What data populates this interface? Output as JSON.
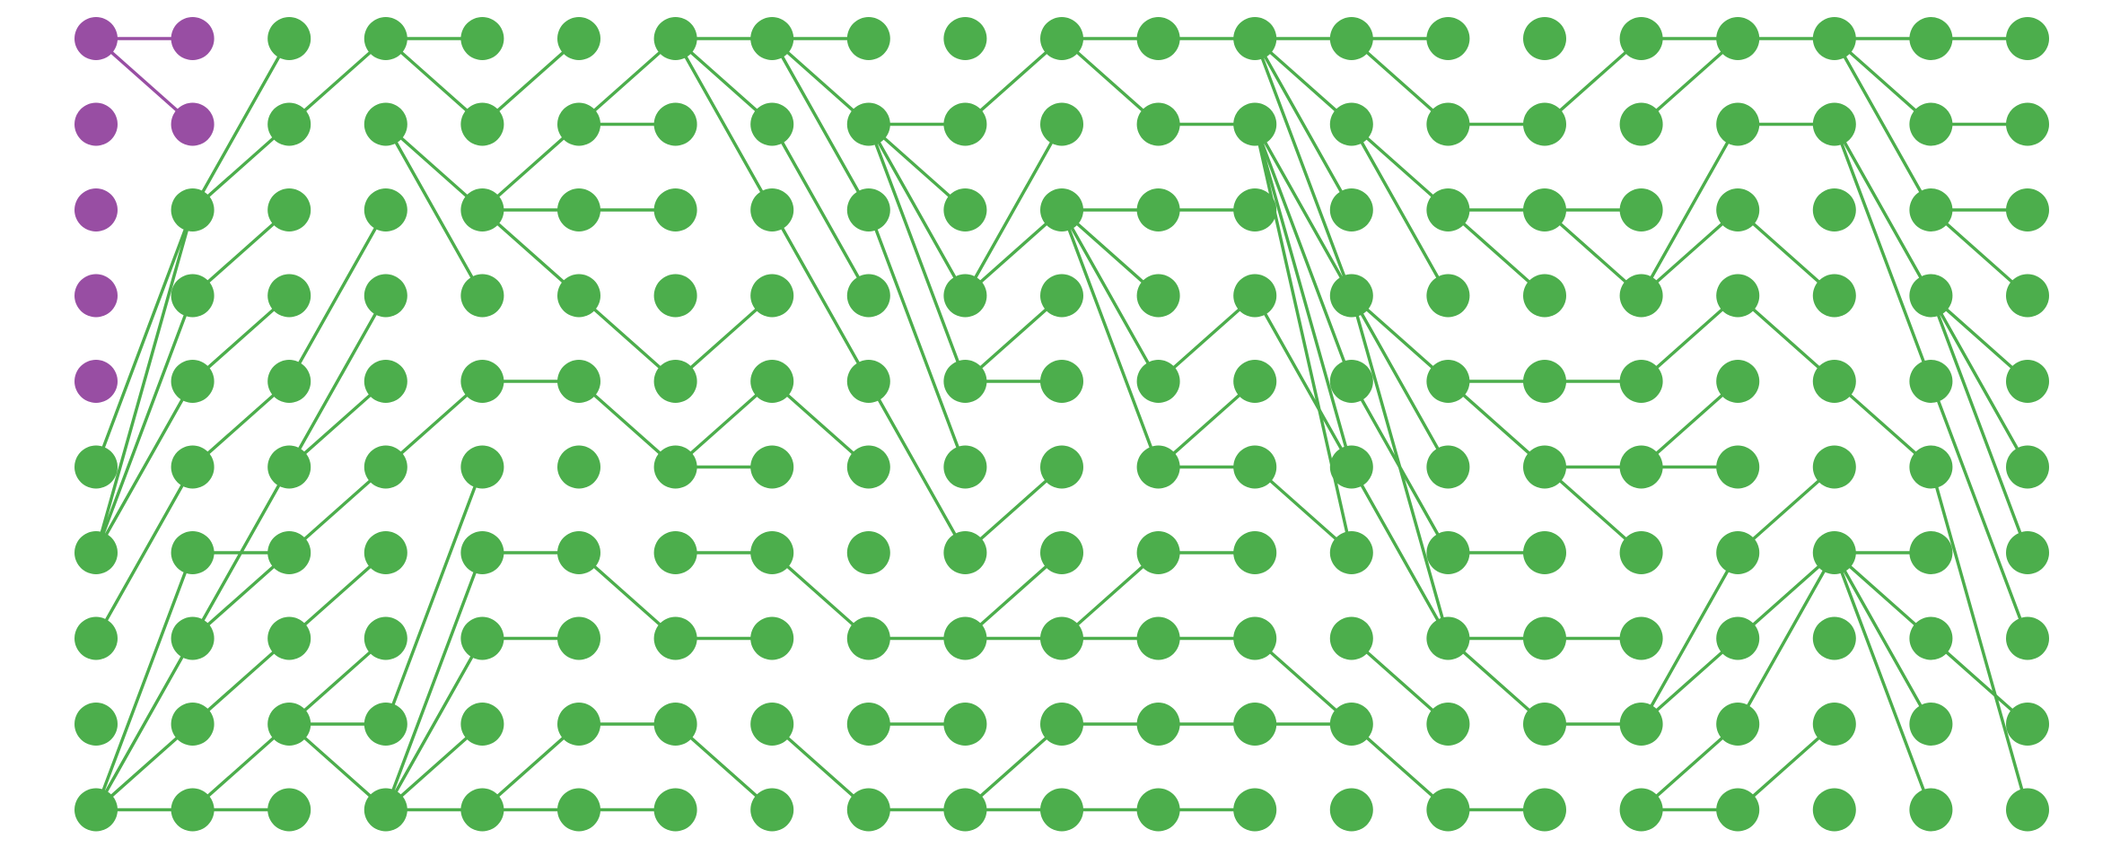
{
  "colors": {
    "background": "#ffffff",
    "active": "#4cae4c",
    "highlight": "#984ea3"
  },
  "grid": {
    "columns": 21,
    "rows": 10
  },
  "highlighted_nodes": [
    [
      0,
      0
    ],
    [
      1,
      0
    ],
    [
      0,
      1
    ],
    [
      1,
      1
    ],
    [
      0,
      2
    ],
    [
      0,
      3
    ],
    [
      0,
      4
    ]
  ],
  "edges": [
    [
      [
        0,
        0
      ],
      [
        1,
        0
      ]
    ],
    [
      [
        0,
        0
      ],
      [
        1,
        1
      ]
    ],
    [
      [
        0,
        5
      ],
      [
        1,
        2
      ]
    ],
    [
      [
        0,
        6
      ],
      [
        1,
        2
      ]
    ],
    [
      [
        0,
        6
      ],
      [
        1,
        3
      ]
    ],
    [
      [
        0,
        6
      ],
      [
        1,
        4
      ]
    ],
    [
      [
        0,
        7
      ],
      [
        1,
        5
      ]
    ],
    [
      [
        0,
        9
      ],
      [
        1,
        6
      ]
    ],
    [
      [
        0,
        9
      ],
      [
        1,
        7
      ]
    ],
    [
      [
        0,
        9
      ],
      [
        1,
        8
      ]
    ],
    [
      [
        0,
        9
      ],
      [
        1,
        9
      ]
    ],
    [
      [
        1,
        2
      ],
      [
        2,
        0
      ]
    ],
    [
      [
        1,
        2
      ],
      [
        2,
        1
      ]
    ],
    [
      [
        1,
        3
      ],
      [
        2,
        2
      ]
    ],
    [
      [
        1,
        4
      ],
      [
        2,
        3
      ]
    ],
    [
      [
        1,
        5
      ],
      [
        2,
        4
      ]
    ],
    [
      [
        1,
        6
      ],
      [
        2,
        6
      ]
    ],
    [
      [
        1,
        7
      ],
      [
        2,
        5
      ]
    ],
    [
      [
        1,
        7
      ],
      [
        2,
        6
      ]
    ],
    [
      [
        1,
        8
      ],
      [
        2,
        7
      ]
    ],
    [
      [
        1,
        9
      ],
      [
        2,
        8
      ]
    ],
    [
      [
        1,
        9
      ],
      [
        2,
        9
      ]
    ],
    [
      [
        2,
        1
      ],
      [
        3,
        0
      ]
    ],
    [
      [
        2,
        4
      ],
      [
        3,
        2
      ]
    ],
    [
      [
        2,
        5
      ],
      [
        3,
        3
      ]
    ],
    [
      [
        2,
        5
      ],
      [
        3,
        4
      ]
    ],
    [
      [
        2,
        6
      ],
      [
        3,
        5
      ]
    ],
    [
      [
        2,
        7
      ],
      [
        3,
        6
      ]
    ],
    [
      [
        2,
        8
      ],
      [
        3,
        7
      ]
    ],
    [
      [
        2,
        8
      ],
      [
        3,
        8
      ]
    ],
    [
      [
        2,
        8
      ],
      [
        3,
        9
      ]
    ],
    [
      [
        3,
        0
      ],
      [
        4,
        0
      ]
    ],
    [
      [
        3,
        0
      ],
      [
        4,
        1
      ]
    ],
    [
      [
        3,
        1
      ],
      [
        4,
        2
      ]
    ],
    [
      [
        3,
        1
      ],
      [
        4,
        3
      ]
    ],
    [
      [
        3,
        5
      ],
      [
        4,
        4
      ]
    ],
    [
      [
        3,
        8
      ],
      [
        4,
        5
      ]
    ],
    [
      [
        3,
        9
      ],
      [
        4,
        6
      ]
    ],
    [
      [
        3,
        9
      ],
      [
        4,
        7
      ]
    ],
    [
      [
        3,
        9
      ],
      [
        4,
        8
      ]
    ],
    [
      [
        3,
        9
      ],
      [
        4,
        9
      ]
    ],
    [
      [
        4,
        1
      ],
      [
        5,
        0
      ]
    ],
    [
      [
        4,
        2
      ],
      [
        5,
        1
      ]
    ],
    [
      [
        4,
        2
      ],
      [
        5,
        2
      ]
    ],
    [
      [
        4,
        2
      ],
      [
        5,
        3
      ]
    ],
    [
      [
        4,
        4
      ],
      [
        5,
        4
      ]
    ],
    [
      [
        4,
        6
      ],
      [
        5,
        6
      ]
    ],
    [
      [
        4,
        7
      ],
      [
        5,
        7
      ]
    ],
    [
      [
        4,
        9
      ],
      [
        5,
        8
      ]
    ],
    [
      [
        4,
        9
      ],
      [
        5,
        9
      ]
    ],
    [
      [
        5,
        1
      ],
      [
        6,
        0
      ]
    ],
    [
      [
        5,
        1
      ],
      [
        6,
        1
      ]
    ],
    [
      [
        5,
        2
      ],
      [
        6,
        2
      ]
    ],
    [
      [
        5,
        3
      ],
      [
        6,
        4
      ]
    ],
    [
      [
        5,
        4
      ],
      [
        6,
        5
      ]
    ],
    [
      [
        5,
        6
      ],
      [
        6,
        7
      ]
    ],
    [
      [
        5,
        8
      ],
      [
        6,
        8
      ]
    ],
    [
      [
        5,
        9
      ],
      [
        6,
        9
      ]
    ],
    [
      [
        6,
        0
      ],
      [
        7,
        0
      ]
    ],
    [
      [
        6,
        0
      ],
      [
        7,
        1
      ]
    ],
    [
      [
        6,
        0
      ],
      [
        7,
        2
      ]
    ],
    [
      [
        6,
        4
      ],
      [
        7,
        3
      ]
    ],
    [
      [
        6,
        5
      ],
      [
        7,
        4
      ]
    ],
    [
      [
        6,
        5
      ],
      [
        7,
        5
      ]
    ],
    [
      [
        6,
        6
      ],
      [
        7,
        6
      ]
    ],
    [
      [
        6,
        7
      ],
      [
        7,
        7
      ]
    ],
    [
      [
        6,
        8
      ],
      [
        7,
        9
      ]
    ],
    [
      [
        7,
        0
      ],
      [
        8,
        0
      ]
    ],
    [
      [
        7,
        0
      ],
      [
        8,
        1
      ]
    ],
    [
      [
        7,
        0
      ],
      [
        8,
        2
      ]
    ],
    [
      [
        7,
        1
      ],
      [
        8,
        3
      ]
    ],
    [
      [
        7,
        2
      ],
      [
        8,
        4
      ]
    ],
    [
      [
        7,
        4
      ],
      [
        8,
        5
      ]
    ],
    [
      [
        7,
        6
      ],
      [
        8,
        7
      ]
    ],
    [
      [
        7,
        8
      ],
      [
        8,
        9
      ]
    ],
    [
      [
        8,
        1
      ],
      [
        9,
        1
      ]
    ],
    [
      [
        8,
        1
      ],
      [
        9,
        2
      ]
    ],
    [
      [
        8,
        1
      ],
      [
        9,
        3
      ]
    ],
    [
      [
        8,
        1
      ],
      [
        9,
        4
      ]
    ],
    [
      [
        8,
        2
      ],
      [
        9,
        5
      ]
    ],
    [
      [
        8,
        4
      ],
      [
        9,
        6
      ]
    ],
    [
      [
        8,
        7
      ],
      [
        9,
        7
      ]
    ],
    [
      [
        8,
        8
      ],
      [
        9,
        8
      ]
    ],
    [
      [
        8,
        9
      ],
      [
        9,
        9
      ]
    ],
    [
      [
        9,
        1
      ],
      [
        10,
        0
      ]
    ],
    [
      [
        9,
        3
      ],
      [
        10,
        1
      ]
    ],
    [
      [
        9,
        3
      ],
      [
        10,
        2
      ]
    ],
    [
      [
        9,
        4
      ],
      [
        10,
        3
      ]
    ],
    [
      [
        9,
        4
      ],
      [
        10,
        4
      ]
    ],
    [
      [
        9,
        6
      ],
      [
        10,
        5
      ]
    ],
    [
      [
        9,
        7
      ],
      [
        10,
        6
      ]
    ],
    [
      [
        9,
        7
      ],
      [
        10,
        7
      ]
    ],
    [
      [
        9,
        9
      ],
      [
        10,
        8
      ]
    ],
    [
      [
        9,
        9
      ],
      [
        10,
        9
      ]
    ],
    [
      [
        10,
        0
      ],
      [
        11,
        0
      ]
    ],
    [
      [
        10,
        0
      ],
      [
        11,
        1
      ]
    ],
    [
      [
        10,
        2
      ],
      [
        11,
        2
      ]
    ],
    [
      [
        10,
        2
      ],
      [
        11,
        3
      ]
    ],
    [
      [
        10,
        2
      ],
      [
        11,
        4
      ]
    ],
    [
      [
        10,
        2
      ],
      [
        11,
        5
      ]
    ],
    [
      [
        10,
        7
      ],
      [
        11,
        6
      ]
    ],
    [
      [
        10,
        7
      ],
      [
        11,
        7
      ]
    ],
    [
      [
        10,
        8
      ],
      [
        11,
        8
      ]
    ],
    [
      [
        10,
        9
      ],
      [
        11,
        9
      ]
    ],
    [
      [
        11,
        0
      ],
      [
        12,
        0
      ]
    ],
    [
      [
        11,
        1
      ],
      [
        12,
        1
      ]
    ],
    [
      [
        11,
        2
      ],
      [
        12,
        2
      ]
    ],
    [
      [
        11,
        4
      ],
      [
        12,
        3
      ]
    ],
    [
      [
        11,
        5
      ],
      [
        12,
        4
      ]
    ],
    [
      [
        11,
        5
      ],
      [
        12,
        5
      ]
    ],
    [
      [
        11,
        6
      ],
      [
        12,
        6
      ]
    ],
    [
      [
        11,
        7
      ],
      [
        12,
        7
      ]
    ],
    [
      [
        11,
        8
      ],
      [
        12,
        8
      ]
    ],
    [
      [
        11,
        9
      ],
      [
        12,
        9
      ]
    ],
    [
      [
        12,
        0
      ],
      [
        13,
        0
      ]
    ],
    [
      [
        12,
        0
      ],
      [
        13,
        1
      ]
    ],
    [
      [
        12,
        0
      ],
      [
        13,
        2
      ]
    ],
    [
      [
        12,
        0
      ],
      [
        13,
        3
      ]
    ],
    [
      [
        12,
        1
      ],
      [
        13,
        3
      ]
    ],
    [
      [
        12,
        1
      ],
      [
        13,
        4
      ]
    ],
    [
      [
        12,
        1
      ],
      [
        13,
        5
      ]
    ],
    [
      [
        12,
        1
      ],
      [
        13,
        6
      ]
    ],
    [
      [
        12,
        3
      ],
      [
        13,
        5
      ]
    ],
    [
      [
        12,
        5
      ],
      [
        13,
        6
      ]
    ],
    [
      [
        12,
        7
      ],
      [
        13,
        8
      ]
    ],
    [
      [
        12,
        8
      ],
      [
        13,
        8
      ]
    ],
    [
      [
        13,
        0
      ],
      [
        14,
        0
      ]
    ],
    [
      [
        13,
        0
      ],
      [
        14,
        1
      ]
    ],
    [
      [
        13,
        1
      ],
      [
        14,
        3
      ]
    ],
    [
      [
        13,
        1
      ],
      [
        14,
        2
      ]
    ],
    [
      [
        13,
        3
      ],
      [
        14,
        4
      ]
    ],
    [
      [
        13,
        3
      ],
      [
        14,
        5
      ]
    ],
    [
      [
        13,
        3
      ],
      [
        14,
        7
      ]
    ],
    [
      [
        13,
        4
      ],
      [
        14,
        6
      ]
    ],
    [
      [
        13,
        5
      ],
      [
        14,
        7
      ]
    ],
    [
      [
        13,
        7
      ],
      [
        14,
        8
      ]
    ],
    [
      [
        13,
        8
      ],
      [
        14,
        9
      ]
    ],
    [
      [
        14,
        1
      ],
      [
        15,
        1
      ]
    ],
    [
      [
        14,
        2
      ],
      [
        15,
        2
      ]
    ],
    [
      [
        14,
        2
      ],
      [
        15,
        3
      ]
    ],
    [
      [
        14,
        4
      ],
      [
        15,
        5
      ]
    ],
    [
      [
        14,
        4
      ],
      [
        15,
        4
      ]
    ],
    [
      [
        14,
        6
      ],
      [
        15,
        6
      ]
    ],
    [
      [
        14,
        7
      ],
      [
        15,
        7
      ]
    ],
    [
      [
        14,
        7
      ],
      [
        15,
        8
      ]
    ],
    [
      [
        14,
        9
      ],
      [
        15,
        9
      ]
    ],
    [
      [
        15,
        1
      ],
      [
        16,
        0
      ]
    ],
    [
      [
        15,
        2
      ],
      [
        16,
        2
      ]
    ],
    [
      [
        15,
        2
      ],
      [
        16,
        3
      ]
    ],
    [
      [
        15,
        4
      ],
      [
        16,
        4
      ]
    ],
    [
      [
        15,
        5
      ],
      [
        16,
        5
      ]
    ],
    [
      [
        15,
        5
      ],
      [
        16,
        6
      ]
    ],
    [
      [
        15,
        7
      ],
      [
        16,
        7
      ]
    ],
    [
      [
        15,
        8
      ],
      [
        16,
        8
      ]
    ],
    [
      [
        16,
        0
      ],
      [
        17,
        0
      ]
    ],
    [
      [
        16,
        1
      ],
      [
        17,
        0
      ]
    ],
    [
      [
        16,
        3
      ],
      [
        17,
        1
      ]
    ],
    [
      [
        16,
        3
      ],
      [
        17,
        2
      ]
    ],
    [
      [
        16,
        4
      ],
      [
        17,
        3
      ]
    ],
    [
      [
        16,
        5
      ],
      [
        17,
        4
      ]
    ],
    [
      [
        16,
        5
      ],
      [
        17,
        5
      ]
    ],
    [
      [
        16,
        8
      ],
      [
        17,
        6
      ]
    ],
    [
      [
        16,
        8
      ],
      [
        17,
        7
      ]
    ],
    [
      [
        16,
        9
      ],
      [
        17,
        8
      ]
    ],
    [
      [
        16,
        9
      ],
      [
        17,
        9
      ]
    ],
    [
      [
        17,
        0
      ],
      [
        18,
        0
      ]
    ],
    [
      [
        17,
        1
      ],
      [
        18,
        1
      ]
    ],
    [
      [
        17,
        2
      ],
      [
        18,
        3
      ]
    ],
    [
      [
        17,
        3
      ],
      [
        18,
        4
      ]
    ],
    [
      [
        17,
        6
      ],
      [
        18,
        5
      ]
    ],
    [
      [
        17,
        7
      ],
      [
        18,
        6
      ]
    ],
    [
      [
        17,
        8
      ],
      [
        18,
        6
      ]
    ],
    [
      [
        17,
        9
      ],
      [
        18,
        8
      ]
    ],
    [
      [
        18,
        0
      ],
      [
        19,
        0
      ]
    ],
    [
      [
        18,
        0
      ],
      [
        19,
        1
      ]
    ],
    [
      [
        18,
        0
      ],
      [
        19,
        2
      ]
    ],
    [
      [
        18,
        1
      ],
      [
        19,
        3
      ]
    ],
    [
      [
        18,
        1
      ],
      [
        19,
        4
      ]
    ],
    [
      [
        18,
        4
      ],
      [
        19,
        5
      ]
    ],
    [
      [
        18,
        6
      ],
      [
        19,
        6
      ]
    ],
    [
      [
        18,
        6
      ],
      [
        19,
        7
      ]
    ],
    [
      [
        18,
        6
      ],
      [
        19,
        8
      ]
    ],
    [
      [
        18,
        6
      ],
      [
        19,
        9
      ]
    ],
    [
      [
        19,
        0
      ],
      [
        20,
        0
      ]
    ],
    [
      [
        19,
        1
      ],
      [
        20,
        1
      ]
    ],
    [
      [
        19,
        2
      ],
      [
        20,
        2
      ]
    ],
    [
      [
        19,
        2
      ],
      [
        20,
        3
      ]
    ],
    [
      [
        19,
        3
      ],
      [
        20,
        4
      ]
    ],
    [
      [
        19,
        3
      ],
      [
        20,
        5
      ]
    ],
    [
      [
        19,
        3
      ],
      [
        20,
        6
      ]
    ],
    [
      [
        19,
        4
      ],
      [
        20,
        7
      ]
    ],
    [
      [
        19,
        5
      ],
      [
        20,
        9
      ]
    ],
    [
      [
        19,
        7
      ],
      [
        20,
        8
      ]
    ]
  ]
}
